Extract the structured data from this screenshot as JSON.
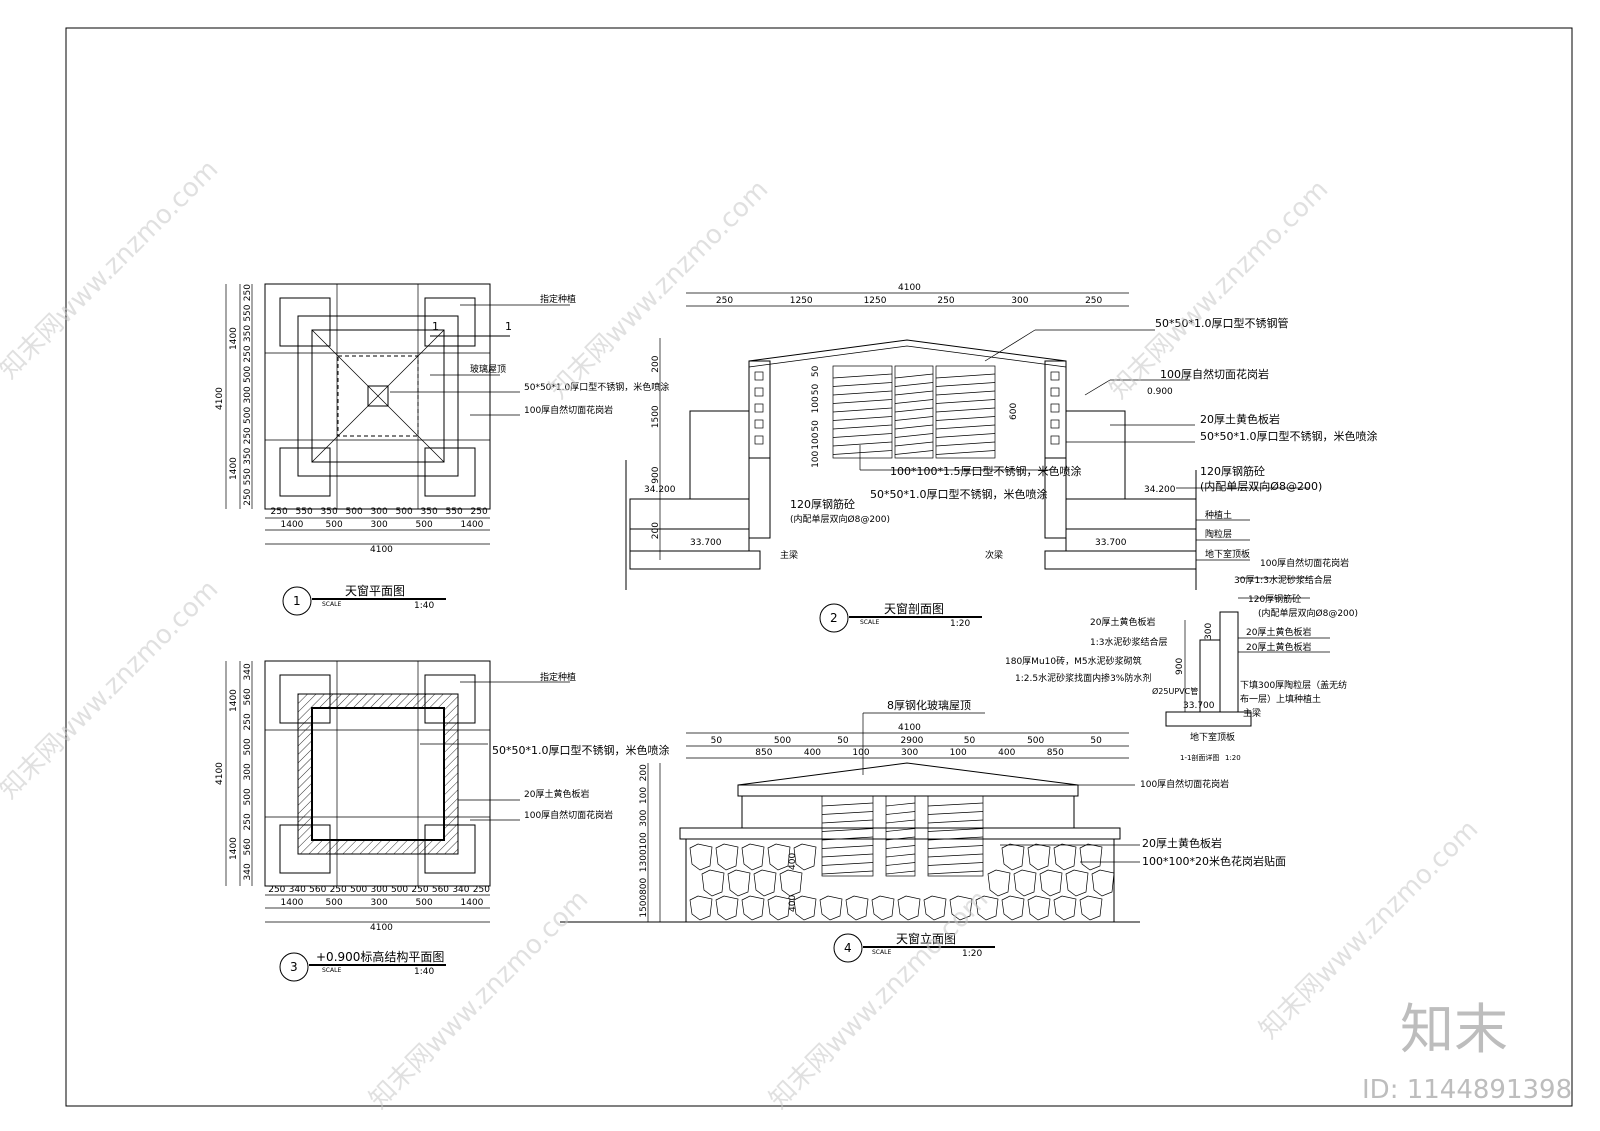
{
  "drawings": {
    "plan": {
      "number": "1",
      "title": "天窗平面图",
      "scale_word": "SCALE",
      "scale": "1:40",
      "section_mark": "1",
      "labels": [
        "指定种植",
        "玻璃屋顶",
        "50*50*1.0厚口型不锈钢，米色喷涂",
        "100厚自然切面花岗岩"
      ],
      "dims_top": [
        "250",
        "550",
        "350",
        "500",
        "300",
        "500",
        "350",
        "550",
        "250"
      ],
      "dims_mid": [
        "1400",
        "500",
        "300",
        "500",
        "1400"
      ],
      "dims_total": "4100",
      "dims_left": [
        "250",
        "550",
        "350",
        "250",
        "500",
        "300",
        "500",
        "250",
        "350",
        "550",
        "250"
      ],
      "dims_left_major": [
        "1400",
        "1400"
      ],
      "dims_left_total": "4100"
    },
    "section": {
      "number": "2",
      "title": "天窗剖面图",
      "scale_word": "SCALE",
      "scale": "1:20",
      "dims_total": "4100",
      "dims_top": [
        "250",
        "1250",
        "1250",
        "250",
        "300",
        "250"
      ],
      "dims_left": [
        "200",
        "1500",
        "900",
        "200"
      ],
      "dims_louver": [
        "50",
        "50",
        "100",
        "50",
        "100",
        "100"
      ],
      "dim_600": "600",
      "elev_top": "0.900",
      "elev_left": "34.200",
      "elev_right": "34.200",
      "elev_low_left": "33.700",
      "elev_low_right": "33.700",
      "labels": [
        "50*50*1.0厚口型不锈钢管",
        "100厚自然切面花岗岩",
        "20厚土黄色板岩",
        "50*50*1.0厚口型不锈钢，米色喷涂",
        "100*100*1.5厚口型不锈钢，米色喷涂",
        "50*50*1.0厚口型不锈钢，米色喷涂",
        "120厚钢筋砼",
        "(内配单层双向Ø8@200)",
        "120厚钢筋砼",
        "(内配单层双向Ø8@200)",
        "种植土",
        "陶粒层",
        "地下室顶板"
      ],
      "beam_main": "主梁",
      "beam_secondary": "次梁"
    },
    "detail": {
      "title": "1-1剖面详图",
      "scale": "1:20",
      "dims": [
        "300",
        "900"
      ],
      "elev": "33.700",
      "pipe": "Ø25UPVC管",
      "labels": [
        "100厚自然切面花岗岩",
        "30厚1:3水泥砂浆结合层",
        "120厚钢筋砼",
        "(内配单层双向Ø8@200)",
        "20厚土黄色板岩",
        "1:3水泥砂浆结合层",
        "20厚土黄色板岩",
        "20厚土黄色板岩",
        "180厚Mu10砖，M5水泥砂浆砌筑",
        "1:2.5水泥砂浆找面内掺3%防水剂",
        "下填300厚陶粒层（盖无纺",
        "布一层）上填种植土",
        "主梁",
        "地下室顶板"
      ]
    },
    "structure_plan": {
      "number": "3",
      "title": "+0.900标高结构平面图",
      "scale_word": "SCALE",
      "scale": "1:40",
      "labels": [
        "指定种植",
        "50*50*1.0厚口型不锈钢，米色喷涂",
        "20厚土黄色板岩",
        "100厚自然切面花岗岩"
      ],
      "dims_bottom": [
        "250",
        "340",
        "560",
        "250",
        "500",
        "300",
        "500",
        "250",
        "560",
        "340",
        "250"
      ],
      "dims_mid": [
        "1400",
        "500",
        "300",
        "500",
        "1400"
      ],
      "dims_total": "4100",
      "dims_left": [
        "340",
        "560",
        "250",
        "500",
        "300",
        "500",
        "250",
        "560",
        "340"
      ],
      "dims_left_major": [
        "1400",
        "1400"
      ],
      "dims_left_total": "4100"
    },
    "elevation": {
      "number": "4",
      "title": "天窗立面图",
      "scale_word": "SCALE",
      "scale": "1:20",
      "dims_total": "4100",
      "dims_top": [
        "50",
        "500",
        "50",
        "2900",
        "50",
        "500",
        "50"
      ],
      "dims_inner": [
        "850",
        "400",
        "100",
        "300",
        "100",
        "400",
        "850"
      ],
      "dims_left": [
        "200",
        "100",
        "300",
        "100",
        "1300",
        "800",
        "1500"
      ],
      "dims_mid": [
        "400",
        "400"
      ],
      "labels": [
        "8厚钢化玻璃屋顶",
        "100厚自然切面花岗岩",
        "20厚土黄色板岩",
        "100*100*20米色花岗岩贴面"
      ]
    }
  },
  "watermark": {
    "site_text": "知末网www.znzmo.com",
    "brand": "知末",
    "id_text": "ID: 1144891398"
  }
}
